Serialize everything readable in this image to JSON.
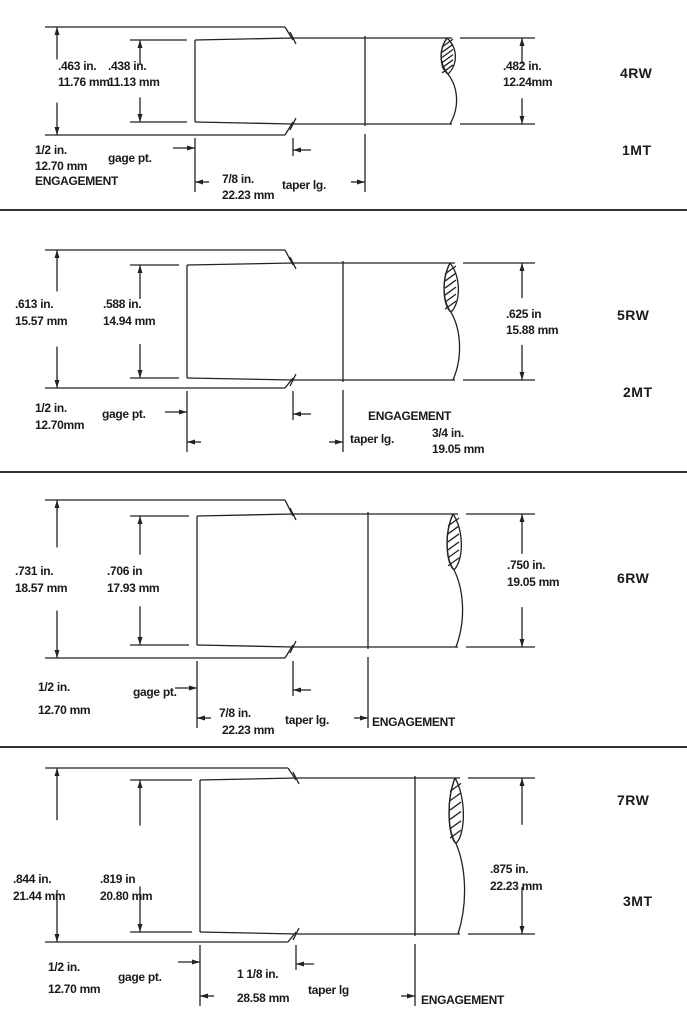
{
  "colors": {
    "line": "#222222",
    "background": "#ffffff"
  },
  "panels": [
    {
      "codes": [
        "4RW",
        "1MT"
      ],
      "outer_dia": [
        ".463 in.",
        "11.76 mm"
      ],
      "inner_dia": [
        ".438 in.",
        "11.13 mm"
      ],
      "shank_dia": [
        ".482 in.",
        "12.24mm"
      ],
      "engagement": [
        "1/2 in.",
        "12.70 mm",
        "ENGAGEMENT"
      ],
      "gage": "gage pt.",
      "taper_len": [
        "7/8 in.",
        "22.23 mm"
      ],
      "taper_label": "taper lg."
    },
    {
      "codes": [
        "5RW",
        "2MT"
      ],
      "outer_dia": [
        ".613 in.",
        "15.57 mm"
      ],
      "inner_dia": [
        ".588 in.",
        "14.94 mm"
      ],
      "shank_dia": [
        ".625 in",
        "15.88 mm"
      ],
      "engagement": [
        "1/2 in.",
        "12.70mm",
        "ENGAGEMENT"
      ],
      "gage": "gage pt.",
      "taper_len": [
        "3/4 in.",
        "19.05 mm"
      ],
      "taper_label": "taper lg."
    },
    {
      "codes": [
        "6RW"
      ],
      "outer_dia": [
        ".731 in.",
        "18.57 mm"
      ],
      "inner_dia": [
        ".706 in",
        "17.93 mm"
      ],
      "shank_dia": [
        ".750 in.",
        "19.05 mm"
      ],
      "engagement": [
        "1/2 in.",
        "12.70 mm",
        "ENGAGEMENT"
      ],
      "gage": "gage pt.",
      "taper_len": [
        "7/8 in.",
        "22.23 mm"
      ],
      "taper_label": "taper lg."
    },
    {
      "codes": [
        "7RW",
        "3MT"
      ],
      "outer_dia": [
        ".844 in.",
        "21.44 mm"
      ],
      "inner_dia": [
        ".819 in",
        "20.80 mm"
      ],
      "shank_dia": [
        ".875 in.",
        "22.23 mm"
      ],
      "engagement": [
        "1/2 in.",
        "12.70 mm",
        "ENGAGEMENT"
      ],
      "gage": "gage pt.",
      "taper_len": [
        "1 1/8 in.",
        "28.58 mm"
      ],
      "taper_label": "taper lg"
    }
  ]
}
